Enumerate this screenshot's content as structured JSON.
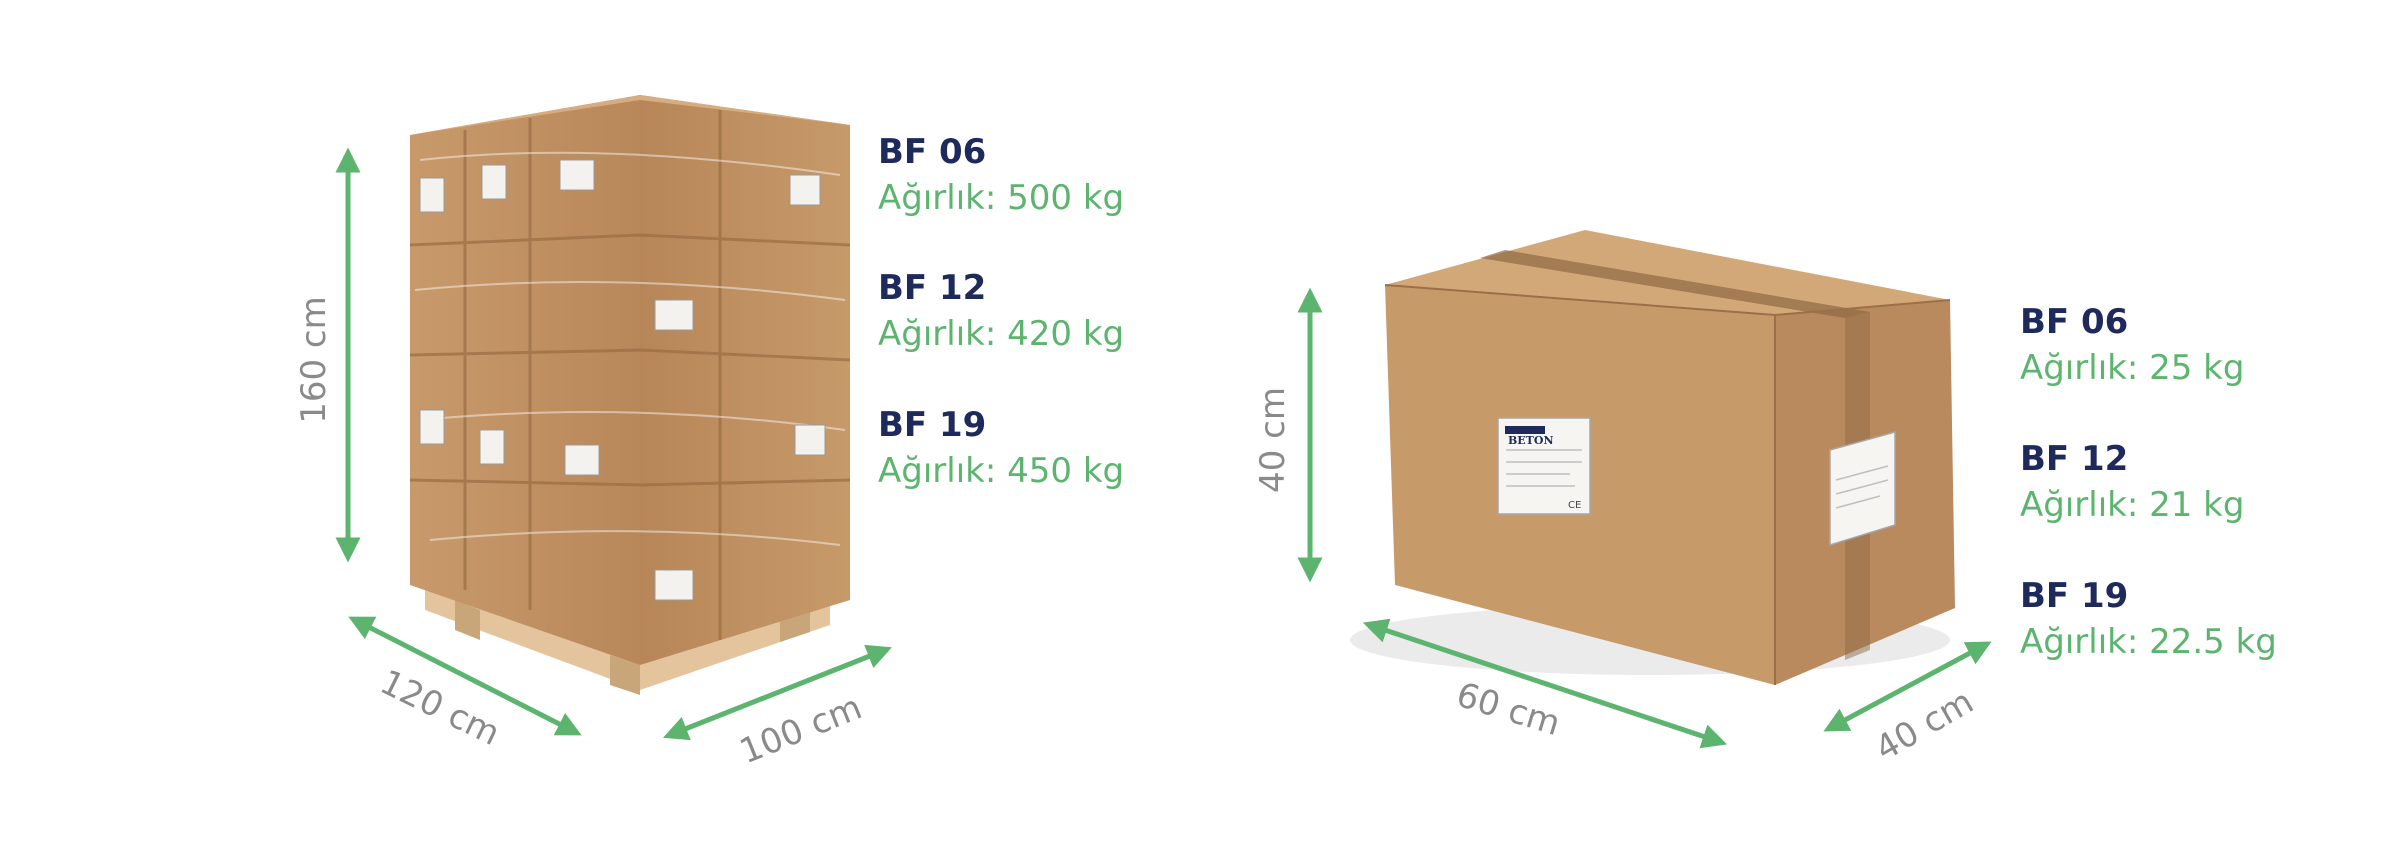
{
  "colors": {
    "code": "#1d2a5b",
    "weight": "#5cb46f",
    "arrow": "#5cb46f",
    "dimension": "#8a8a8a",
    "cardboard": "#c79a6a"
  },
  "icons": {
    "pallet": "pallet-of-boxes-icon",
    "box": "cardboard-box-icon"
  },
  "pallet": {
    "height_label": "160 cm",
    "length_label": "120 cm",
    "width_label": "100 cm",
    "products": [
      {
        "code": "BF 06",
        "weight": "Ağırlık: 500 kg"
      },
      {
        "code": "BF 12",
        "weight": "Ağırlık: 420 kg"
      },
      {
        "code": "BF 19",
        "weight": "Ağırlık: 450 kg"
      }
    ]
  },
  "box": {
    "height_label": "40 cm",
    "length_label": "60 cm",
    "width_label": "40 cm",
    "label_brand": "BETON",
    "label_mark": "CE",
    "products": [
      {
        "code": "BF 06",
        "weight": "Ağırlık: 25 kg"
      },
      {
        "code": "BF 12",
        "weight": "Ağırlık: 21 kg"
      },
      {
        "code": "BF 19",
        "weight": "Ağırlık: 22.5 kg"
      }
    ]
  }
}
